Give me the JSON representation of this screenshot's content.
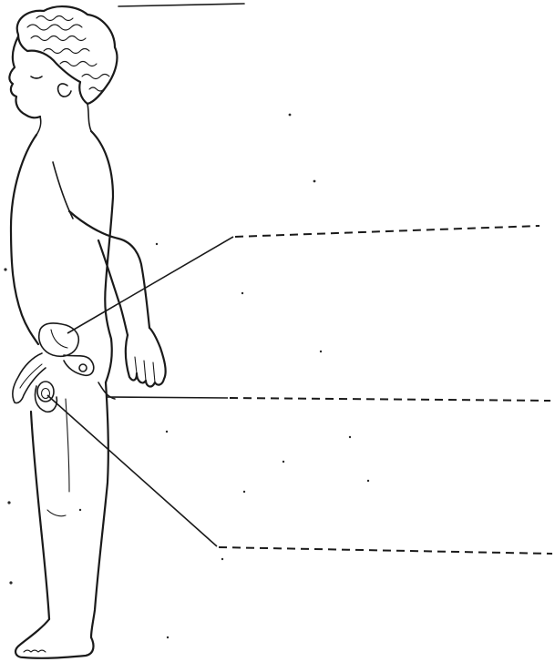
{
  "figure": {
    "name_blank": "",
    "labels": [
      {
        "id": "upper",
        "text": ""
      },
      {
        "id": "middle",
        "text": ""
      },
      {
        "id": "lower",
        "text": ""
      }
    ]
  }
}
